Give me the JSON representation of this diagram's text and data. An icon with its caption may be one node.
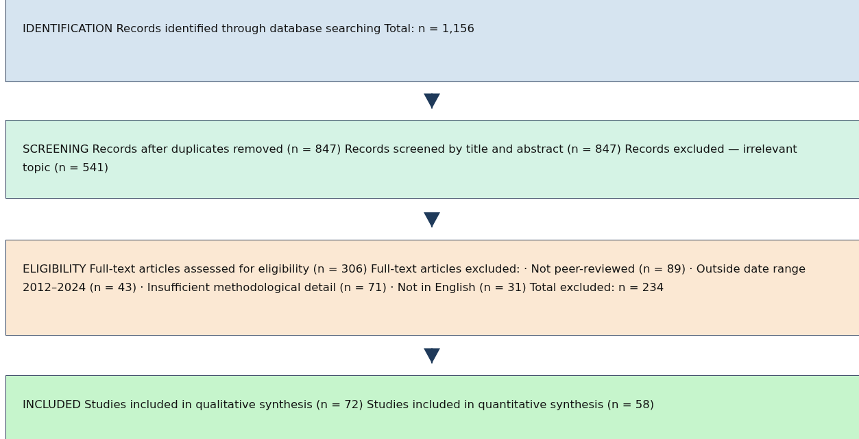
{
  "diagram": {
    "nodes": [
      {
        "text": [
          "IDENTIFICATION",
          "Records identified through database searching Total: n = 1,156"
        ]
      },
      {
        "text": [
          "SCREENING",
          "Records after duplicates removed (n = 847) Records screened by title and abstract (n = 847) Records excluded — irrelevant topic (n = 541)"
        ]
      },
      {
        "text": [
          "ELIGIBILITY",
          "Full-text articles assessed for eligibility (n = 306) Full-text articles excluded: · Not peer-reviewed (n = 89) · Outside date range 2012–2024 (n = 43) · Insufficient methodological detail (n = 71) · Not in English (n = 31) Total excluded: n = 234"
        ]
      },
      {
        "text": [
          "INCLUDED",
          "Studies included in qualitative synthesis (n = 72) Studies included in quantitative synthesis (n = 58)"
        ]
      }
    ],
    "edges": [
      {
        "from": 0,
        "to": 1,
        "arrow": "to"
      },
      {
        "from": 1,
        "to": 2,
        "arrow": "to"
      },
      {
        "from": 2,
        "to": 3,
        "arrow": "to"
      }
    ]
  }
}
